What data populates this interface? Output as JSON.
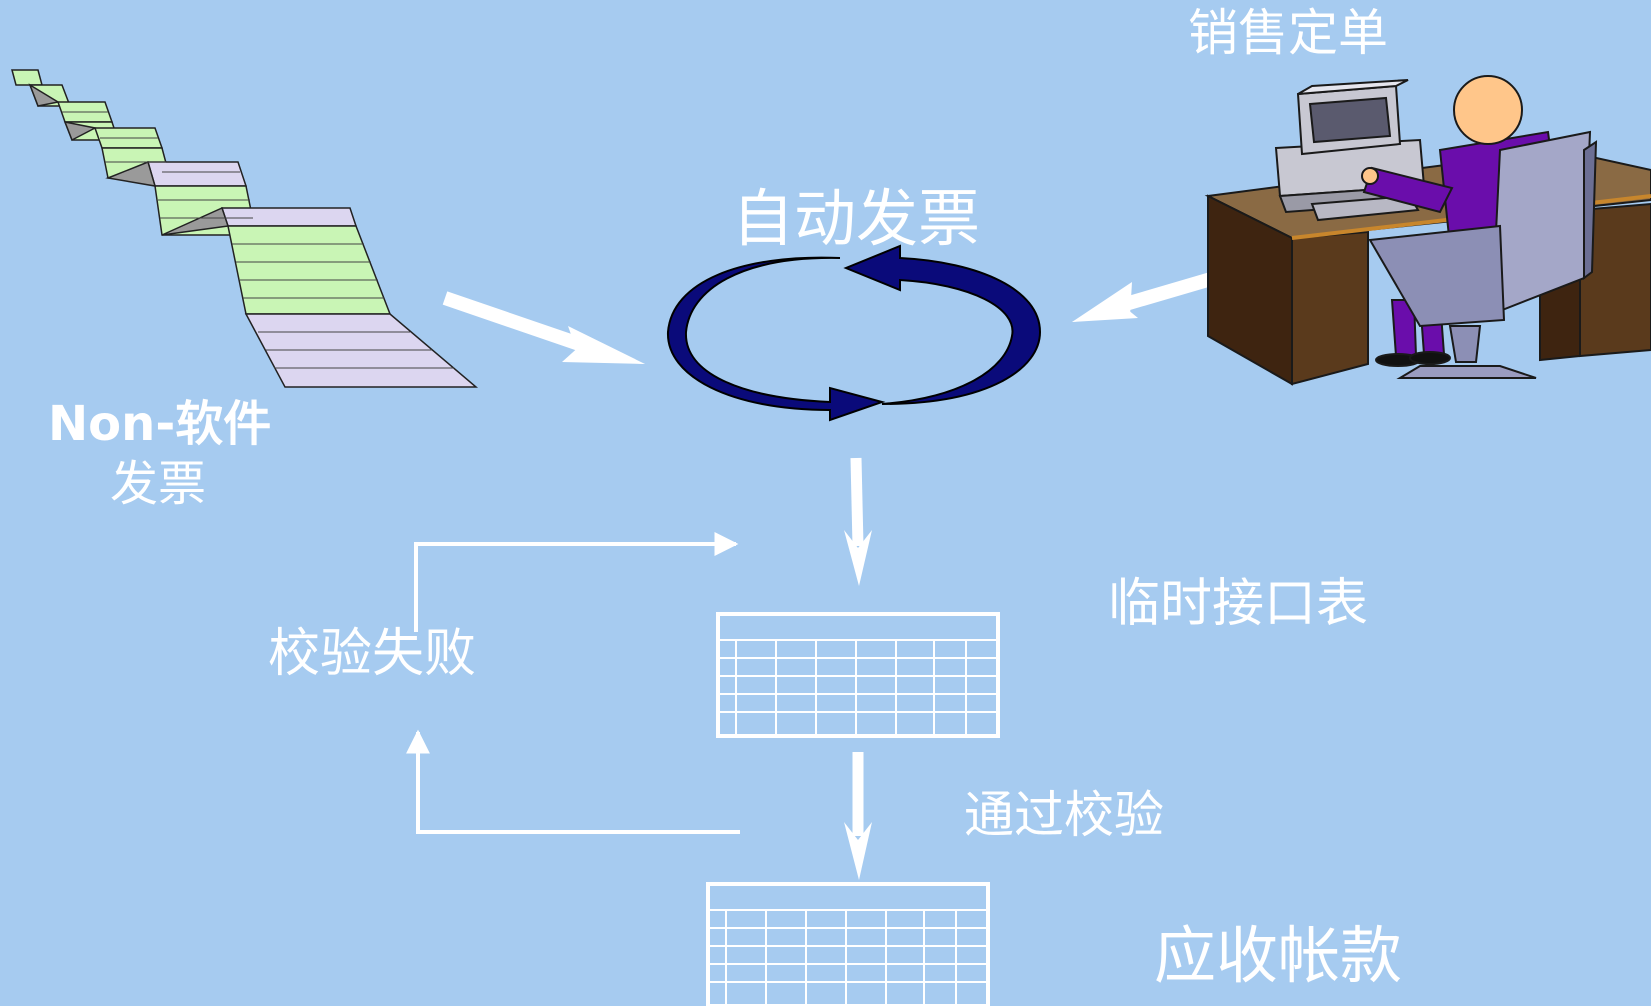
{
  "labels": {
    "sales_order": "销售定单",
    "auto_invoice": "自动发票",
    "non_software_line1": "Non-软件",
    "non_software_line2": "发票",
    "validation_failed": "校验失败",
    "temp_interface_table": "临时接口表",
    "validation_passed": "通过校验",
    "accounts_receivable": "应收帐款"
  },
  "colors": {
    "background": "#a6cbf0",
    "arrow": "#ffffff",
    "cycle": "#0a0a7a",
    "paper_green": "#c9f5b5",
    "paper_purple": "#dcd6f0",
    "desk": "#5a3a1c",
    "person_shirt": "#6a0dab",
    "head": "#ffc68a",
    "chair": "#8c8fb5"
  },
  "icons": [
    "paper-stack-icon",
    "cycle-arrows-icon",
    "computer-operator-icon",
    "table-grid-icon"
  ]
}
